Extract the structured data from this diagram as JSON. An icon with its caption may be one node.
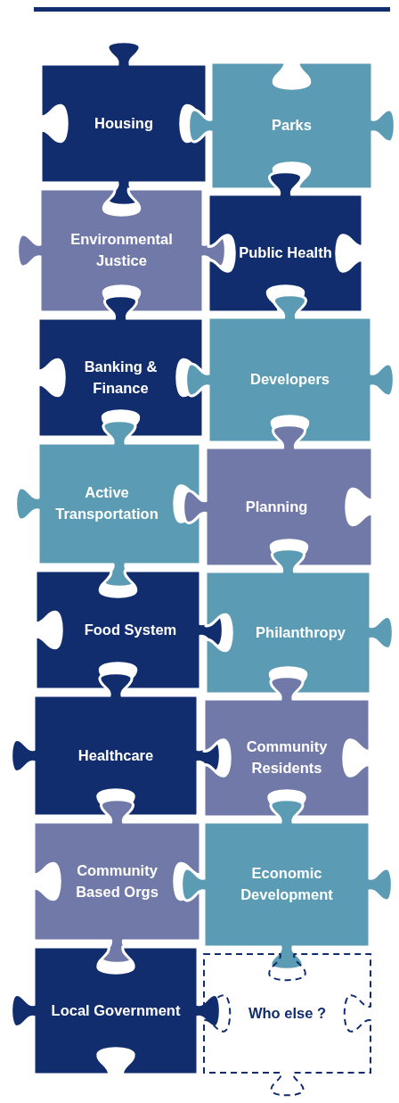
{
  "diagram": {
    "nodes": [
      {
        "text": [
          "Housing"
        ]
      },
      {
        "text": [
          "Parks"
        ]
      },
      {
        "text": [
          "Environmental Justice"
        ]
      },
      {
        "text": [
          "Public Health"
        ]
      },
      {
        "text": [
          "Banking & Finance"
        ]
      },
      {
        "text": [
          "Developers"
        ]
      },
      {
        "text": [
          "Active Transportation"
        ]
      },
      {
        "text": [
          "Planning"
        ]
      },
      {
        "text": [
          "Food System"
        ]
      },
      {
        "text": [
          "Philanthropy"
        ]
      },
      {
        "text": [
          "Healthcare"
        ]
      },
      {
        "text": [
          "Community Residents"
        ]
      },
      {
        "text": [
          "Community Based Orgs"
        ]
      },
      {
        "text": [
          "Economic Development"
        ]
      },
      {
        "text": [
          "Local Government"
        ]
      },
      {
        "text": [
          "Who else ?"
        ]
      }
    ]
  }
}
